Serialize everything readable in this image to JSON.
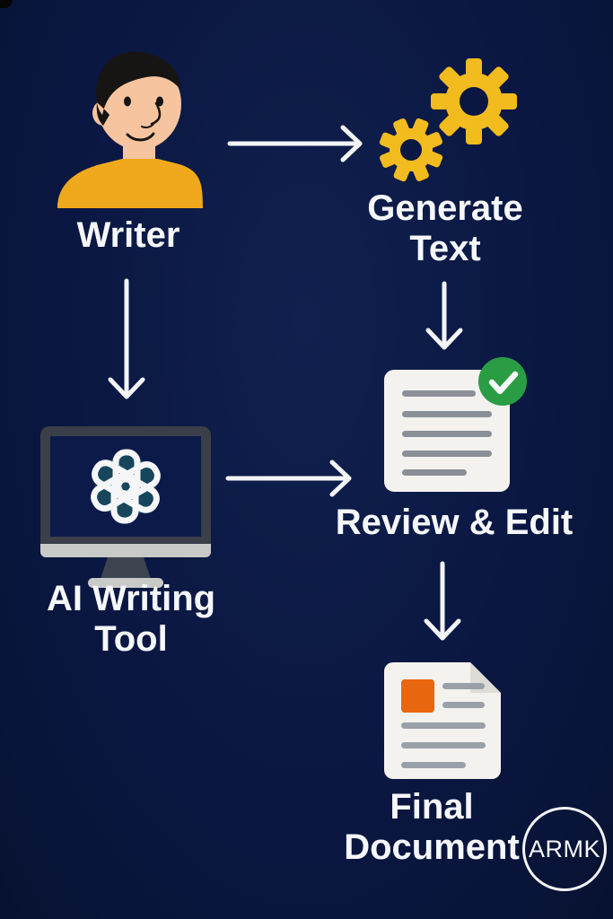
{
  "diagram": {
    "nodes": [
      {
        "id": "writer",
        "label": "Writer",
        "icon": "writer-person-icon"
      },
      {
        "id": "generate-text",
        "label": "Generate\nText",
        "icon": "gears-icon"
      },
      {
        "id": "ai-writing-tool",
        "label": "AI Writing\nTool",
        "icon": "monitor-openai-icon"
      },
      {
        "id": "review-edit",
        "label": "Review & Edit",
        "icon": "document-check-icon"
      },
      {
        "id": "final-document",
        "label": "Final\nDocument",
        "icon": "document-final-icon"
      }
    ],
    "edges": [
      {
        "from": "writer",
        "to": "generate-text",
        "direction": "right"
      },
      {
        "from": "writer",
        "to": "ai-writing-tool",
        "direction": "down"
      },
      {
        "from": "generate-text",
        "to": "review-edit",
        "direction": "down"
      },
      {
        "from": "ai-writing-tool",
        "to": "review-edit",
        "direction": "right"
      },
      {
        "from": "review-edit",
        "to": "final-document",
        "direction": "down"
      }
    ]
  },
  "watermark": {
    "text": "ARMK"
  },
  "colors": {
    "background": "#0a1742",
    "accent_yellow_shirt": "#f0a81c",
    "accent_yellow_gears": "#f2bb1e",
    "skin": "#f6c49e",
    "hair_black": "#161514",
    "arrow_white": "#f2f4f6",
    "document_white": "#f4f2ef",
    "doc_line_gray": "#8b8f98",
    "doc_line_gray_light": "#9aa0a8",
    "check_green": "#2a9d44",
    "square_orange": "#e7660e",
    "monitor_frame_gray": "#3a3f49",
    "monitor_bezel_gray": "#c7cac7",
    "openai_teal": "#17465c"
  }
}
